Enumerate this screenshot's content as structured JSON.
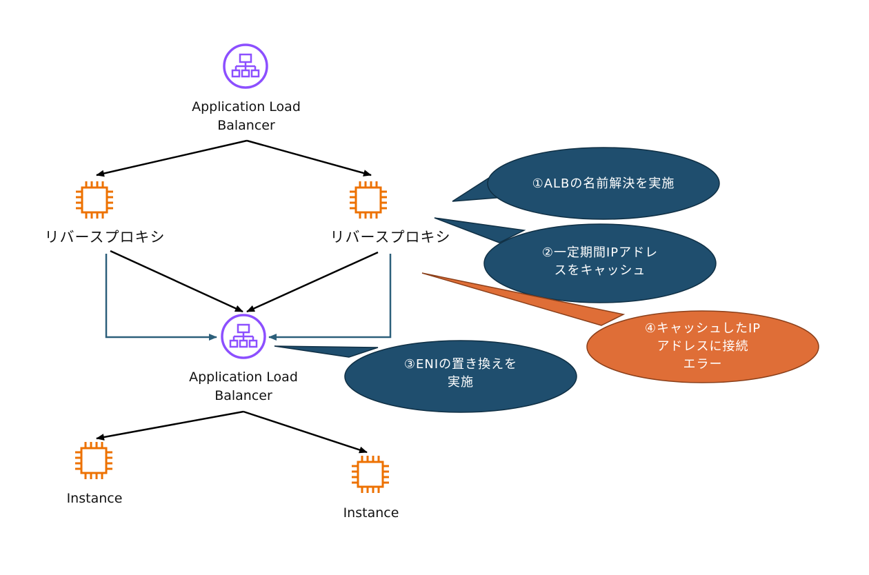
{
  "colors": {
    "alb": "#8c4fff",
    "ec2": "#ed7100",
    "arrow_black": "#000000",
    "arrow_blue": "#2c5f7a",
    "bubble_blue": "#1f4e6e",
    "bubble_orange": "#df6e37"
  },
  "nodes": {
    "alb_top": {
      "line1": "Application Load",
      "line2": "Balancer",
      "icon": "load-balancer-icon"
    },
    "proxy_left": {
      "label": "リバースプロキシ",
      "icon": "chip-icon"
    },
    "proxy_right": {
      "label": "リバースプロキシ",
      "icon": "chip-icon"
    },
    "alb_mid": {
      "line1": "Application Load",
      "line2": "Balancer",
      "icon": "load-balancer-icon"
    },
    "instance_left": {
      "label": "Instance",
      "icon": "chip-icon"
    },
    "instance_right": {
      "label": "Instance",
      "icon": "chip-icon"
    }
  },
  "callouts": {
    "c1": {
      "line1": "①ALBの名前解決を実施"
    },
    "c2": {
      "line1": "②一定期間IPアドレ",
      "line2": "スをキャッシュ"
    },
    "c3": {
      "line1": "③ENIの置き換えを",
      "line2": "実施"
    },
    "c4": {
      "line1": "④キャッシュしたIP",
      "line2": "アドレスに接続",
      "line3": "エラー"
    }
  }
}
